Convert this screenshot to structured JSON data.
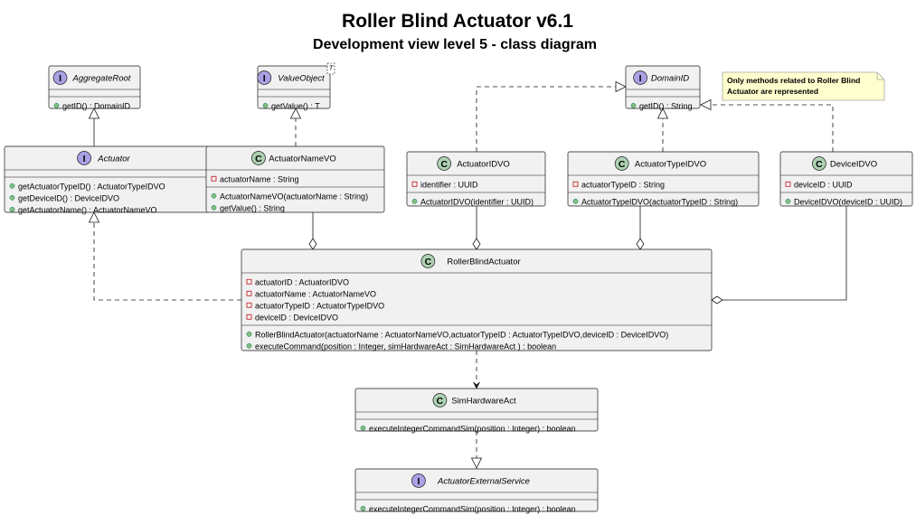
{
  "title": "Roller Blind Actuator v6.1",
  "subtitle": "Development view level 5 - class diagram",
  "note": [
    "Only methods related to Roller Blind",
    "Actuator are represented"
  ],
  "colors": {
    "class_fill": "#f1f1f1",
    "class_border": "#181818",
    "class_badge": "#add1b2",
    "interface_badge": "#a9a1e4",
    "private_marker": "#c82930",
    "public_marker": "#84be84",
    "note_fill": "#fefece",
    "note_border": "#a8a8a8"
  },
  "classes": [
    {
      "id": "aggregate-root",
      "kind": "interface",
      "name": "AggregateRoot",
      "fields": [],
      "methods": [
        "getID() : DomainID"
      ]
    },
    {
      "id": "value-object",
      "kind": "interface",
      "name": "ValueObject",
      "type_param": "T",
      "fields": [],
      "methods": [
        "getValue() : T"
      ]
    },
    {
      "id": "domain-id",
      "kind": "interface",
      "name": "DomainID",
      "fields": [],
      "methods": [
        "getID() : String"
      ]
    },
    {
      "id": "actuator",
      "kind": "interface",
      "name": "Actuator",
      "fields": [],
      "methods": [
        "getActuatorTypeID() : ActuatorTypeIDVO",
        "getDeviceID() : DeviceIDVO",
        "getActuatorName() : ActuatorNameVO"
      ]
    },
    {
      "id": "actuator-name-vo",
      "kind": "class",
      "name": "ActuatorNameVO",
      "fields": [
        "actuatorName : String"
      ],
      "methods": [
        "ActuatorNameVO(actuatorName : String)",
        "getValue() : String"
      ]
    },
    {
      "id": "actuator-id-vo",
      "kind": "class",
      "name": "ActuatorIDVO",
      "fields": [
        "identifier : UUID"
      ],
      "methods": [
        "ActuatorIDVO(identifier : UUID)"
      ]
    },
    {
      "id": "actuator-type-id-vo",
      "kind": "class",
      "name": "ActuatorTypeIDVO",
      "fields": [
        "actuatorTypeID : String"
      ],
      "methods": [
        "ActuatorTypeIDVO(actuatorTypeID : String)"
      ]
    },
    {
      "id": "device-id-vo",
      "kind": "class",
      "name": "DeviceIDVO",
      "fields": [
        "deviceID : UUID"
      ],
      "methods": [
        "DeviceIDVO(deviceID : UUID)"
      ]
    },
    {
      "id": "roller-blind-actuator",
      "kind": "class",
      "name": "RollerBlindActuator",
      "fields": [
        "actuatorID : ActuatorIDVO",
        "actuatorName : ActuatorNameVO",
        "actuatorTypeID : ActuatorTypeIDVO",
        "deviceID : DeviceIDVO"
      ],
      "methods": [
        "RollerBlindActuator(actuatorName : ActuatorNameVO,actuatorTypeID : ActuatorTypeIDVO,deviceID : DeviceIDVO)",
        "executeCommand(position : Integer, simHardwareAct : SimHardwareAct ) : boolean"
      ]
    },
    {
      "id": "sim-hardware-act",
      "kind": "class",
      "name": "SimHardwareAct",
      "fields": [],
      "methods": [
        "executeIntegerCommandSim(position : Integer) : boolean"
      ]
    },
    {
      "id": "actuator-external-service",
      "kind": "interface",
      "name": "ActuatorExternalService",
      "fields": [],
      "methods": [
        "executeIntegerCommandSim(position : Integer) : boolean"
      ]
    }
  ],
  "relations": [
    {
      "id": "actuator-extends-aggregate-root",
      "from": "actuator",
      "to": "aggregate-root",
      "type": "generalization"
    },
    {
      "id": "name-vo-implements-value-object",
      "from": "actuator-name-vo",
      "to": "value-object",
      "type": "realization"
    },
    {
      "id": "actuator-id-vo-implements-domain-id",
      "from": "actuator-id-vo",
      "to": "domain-id",
      "type": "realization"
    },
    {
      "id": "type-id-vo-implements-domain-id",
      "from": "actuator-type-id-vo",
      "to": "domain-id",
      "type": "realization"
    },
    {
      "id": "device-id-vo-implements-domain-id",
      "from": "device-id-vo",
      "to": "domain-id",
      "type": "realization"
    },
    {
      "id": "roller-blind-implements-actuator",
      "from": "roller-blind-actuator",
      "to": "actuator",
      "type": "realization"
    },
    {
      "id": "roller-blind-has-name-vo",
      "from": "actuator-name-vo",
      "to": "roller-blind-actuator",
      "type": "aggregation"
    },
    {
      "id": "roller-blind-has-actuator-id-vo",
      "from": "actuator-id-vo",
      "to": "roller-blind-actuator",
      "type": "aggregation"
    },
    {
      "id": "roller-blind-has-type-id-vo",
      "from": "actuator-type-id-vo",
      "to": "roller-blind-actuator",
      "type": "aggregation"
    },
    {
      "id": "roller-blind-has-device-id-vo",
      "from": "device-id-vo",
      "to": "roller-blind-actuator",
      "type": "aggregation"
    },
    {
      "id": "roller-blind-uses-sim-hardware",
      "from": "roller-blind-actuator",
      "to": "sim-hardware-act",
      "type": "dependency"
    },
    {
      "id": "sim-hardware-implements-external-service",
      "from": "sim-hardware-act",
      "to": "actuator-external-service",
      "type": "realization"
    }
  ]
}
